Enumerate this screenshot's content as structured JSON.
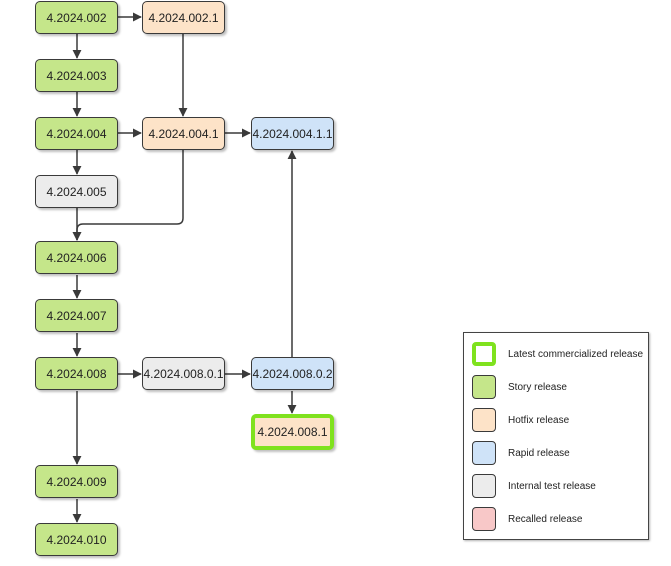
{
  "nodes": {
    "n002": "4.2024.002",
    "n002_1": "4.2024.002.1",
    "n003": "4.2024.003",
    "n004": "4.2024.004",
    "n004_1": "4.2024.004.1",
    "n004_1_1": "4.2024.004.1.1",
    "n005": "4.2024.005",
    "n006": "4.2024.006",
    "n007": "4.2024.007",
    "n008": "4.2024.008",
    "n008_0_1": "4.2024.008.0.1",
    "n008_0_2": "4.2024.008.0.2",
    "n008_1": "4.2024.008.1",
    "n009": "4.2024.009",
    "n010": "4.2024.010"
  },
  "legend": {
    "latest": "Latest commercialized release",
    "story": "Story release",
    "hotfix": "Hotfix release",
    "rapid": "Rapid release",
    "internal": "Internal test release",
    "recalled": "Recalled release"
  },
  "colors": {
    "story": "#c5e68a",
    "hotfix": "#fde3c8",
    "rapid": "#cfe3f8",
    "internal": "#ececec",
    "recalled": "#f8c8c8",
    "latest_border": "#7fe21e",
    "edge": "#3a3a3a"
  }
}
